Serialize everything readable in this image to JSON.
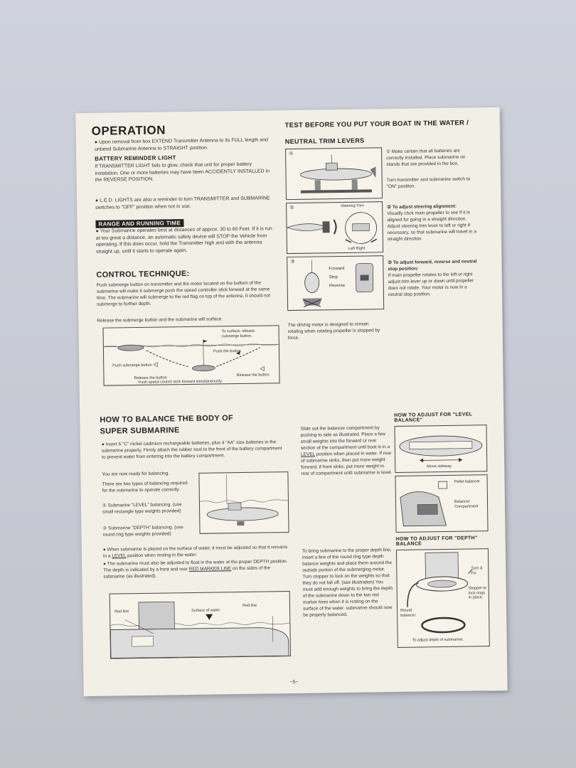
{
  "operation": {
    "title": "OPERATION",
    "p1": "● Upon removal from box EXTEND Transmitter Antenna to its FULL length and unbend Submarine Antenna to STRAIGHT position.",
    "battery_heading": "BATTERY REMINDER LIGHT",
    "battery_text": "If TRANSMITTER LIGHT fails to glow, check that unit for proper battery instalation. One or more batteries may have been ACCIDENTLY INSTALLED in the REVERSE POSITION.",
    "led_text": "● L.E.D. LIGHTS are also a reminder to turn TRANSMITTER and SUBMARINE switches to \"OFF\" position when not in use.",
    "range_heading": "RANGE AND RUNNING TIME",
    "range_text": "● Your Submarine operates best at distances of approx. 30 to 60 Feet. If it is run at too great a distance, an automatic safety device will STOP the Vehicle from operating. If this does occur, hold the Transmitter high and with the antenna straight up, until it starts to operate again."
  },
  "control": {
    "title": "CONTROL TECHNIQUE:",
    "text": "Push submerge button on transmitter and the motor located on the bottom of the submarine will make it submerge push the speed controller stick forward at the same time. The submarine will submerge to the red flag on top of the antenna, it should not submerge to further depth.",
    "release": "Release the submerge button and the submarine will surface.",
    "fig": {
      "to_surface": "To surface, release submerge button.",
      "push_button": "Push the button",
      "push_submerge": "Push submerge button",
      "release1": "Release the button",
      "release2": "Release the button",
      "push_speed": "Push speed control stick forward simultaneously."
    }
  },
  "test": {
    "title": "TEST BEFORE YOU PUT YOUR BOAT IN THE WATER /",
    "neutral": "NEUTRAL TRIM LEVERS",
    "n1": "①",
    "n2": "②",
    "n3": "③",
    "steering_trim": "Steering Trim",
    "left_right": "Left  Right",
    "forward": "Forward",
    "stop": "Stop",
    "reverse": "Reverse",
    "s1a": "① Make certain that all batteries are correctly installed. Place submarine on stands that are provided in the box.",
    "s1b": "Turn transmitter and submarine switch to \"ON\" position.",
    "s2h": "② To adjust steering alignment:",
    "s2": "Visually chck main propeller to see if it is aligned for going in a straight direction. Adjust steering trim lever to left or right if necessary, so that submarine will travel in a straight direction.",
    "s3h": "③ To adjust forward, reverse and neutral stop position:",
    "s3": "If main propeller rotates to the left or right adjust trim lever up or down until propeller does not rotate. Your motor is now in a neutral stop position.",
    "motor_note": "The driving motor is designed to remain rotating when rotating propeller is stopped by force."
  },
  "balance": {
    "title1": "HOW TO BALANCE THE BODY OF",
    "title2": "SUPER SUBMARINE",
    "p1": "● Insert 6 \"C\" nickel cadmium rechargeable batteries, plus 4 \"AA\" size batteries in the submarine properly. Firmly attach the rubber seal to the front of the battery compartment to prevent water from entering into the battery compartment.",
    "ready": "You are now ready for balancing.",
    "types": "There are two types of balancing required for the submarine to operate correctly.",
    "level": "① Submarine \"LEVEL\" balancing. (use small rectangle type weights provided)",
    "depth": "② Submarine \"DEPTH\" balancing. (use round ring type weights provided)",
    "surface_pre": "● When submarine is placed on the surface of water, it must be adjusted so that it remains in a ",
    "surface_level": "LEVEL",
    "surface_post": " position when resting in the water.",
    "depth_pre": "● The submarine must also be adjusted to float in the water at the proper DEPTH position. The depth is indicated by a front and rear ",
    "depth_red": "RED MARKER LINE",
    "depth_post": " on the sides of the submarine (as illustrated).",
    "fig_red1": "Red line",
    "fig_surface": "Surface of water",
    "fig_red2": "Red line",
    "slide_pre": "Slide out the balancer compartment by pushing to side as illustrated. Place a few small weights into the forward or rear section of the compartment until boat is in a ",
    "slide_level": "LEVEL",
    "slide_post": " position when placed in water. If rear of submarine sinks, then put more weight forward, if front sinks, put more weight in rear of compartment until submarine is level.",
    "depth_steps": "To bring submarine to the proper depth line, insert a few of the round ring type depth balance weights and place them around the outside portion of the submerging motor. Turn stopper to lock on the weights so that they do not fall off. (see illustration) You must add enough weights to bring the depth of the submarine down to the two red marker lines when it is resting on the surface of the water. submarine should now be properly balanced.",
    "level_title": "HOW TO ADJUST FOR \"LEVEL BALANCE\"",
    "move_sideway": "Move sideway",
    "pellet": "Pellet balancer",
    "balancer_comp": "Balancer Compartment",
    "depth_title": "HOW TO ADJUST FOR \"DEPTH\" BALANCE",
    "turn_fix": "Turn & Fix",
    "stopper": "Stopper to lock rings in place.",
    "round_balancer": "Round balancer",
    "to_adjust_depth": "To adjust depth of submarine."
  },
  "page_number": "−5−"
}
